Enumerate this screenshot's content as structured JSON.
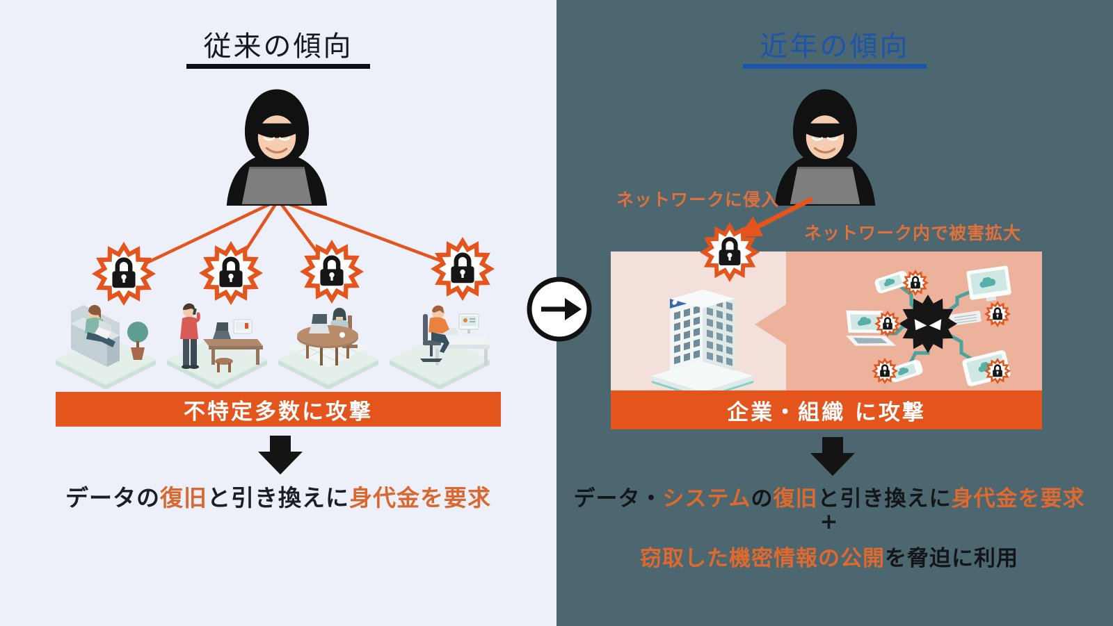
{
  "colors": {
    "left_bg": "#EDF0F8",
    "right_bg": "#4D6770",
    "accent_orange": "#E4551E",
    "text_orange": "#D9672F",
    "accent_blue": "#1C55A9",
    "panel_pink": "#F3E0DA",
    "panel_salmon": "#ECB29C",
    "network_teal": "#4BA39E",
    "banner_text": "#FFFFFF",
    "dark_text": "#1A1A1A"
  },
  "left": {
    "title": "従来の傾向",
    "banner": "不特定多数に攻撃",
    "result": {
      "seg1": "データの",
      "seg2": "復旧",
      "seg3": "と引き換えに",
      "seg4": "身代金を要求"
    }
  },
  "right": {
    "title": "近年の傾向",
    "label_intrusion": "ネットワークに侵入",
    "label_spread": "ネットワーク内で被害拡大",
    "banner": "企業・組織 に攻撃",
    "result1": {
      "seg1": "データ・",
      "seg2": "システム",
      "seg3": "の",
      "seg4": "復旧",
      "seg5": "と引き換えに",
      "seg6": "身代金を要求"
    },
    "plus": "+",
    "result2": {
      "seg1": "窃取した機密情報の公開",
      "seg2": "を脅迫に利用"
    }
  },
  "icons": {
    "hacker-icon": "hooded-attacker-at-laptop",
    "lock-burst-icon": "padlock-in-orange-starburst",
    "malware-icon": "black-spiked-virus-with-white-eyes",
    "building-icon": "isometric-office-building",
    "cloud-icon": "cloud-on-device-screen",
    "transition-arrow-icon": "right-arrow-in-white-circle",
    "down-arrow-icon": "solid-black-down-arrow",
    "intrusion-arrow-icon": "orange-diagonal-arrow"
  }
}
